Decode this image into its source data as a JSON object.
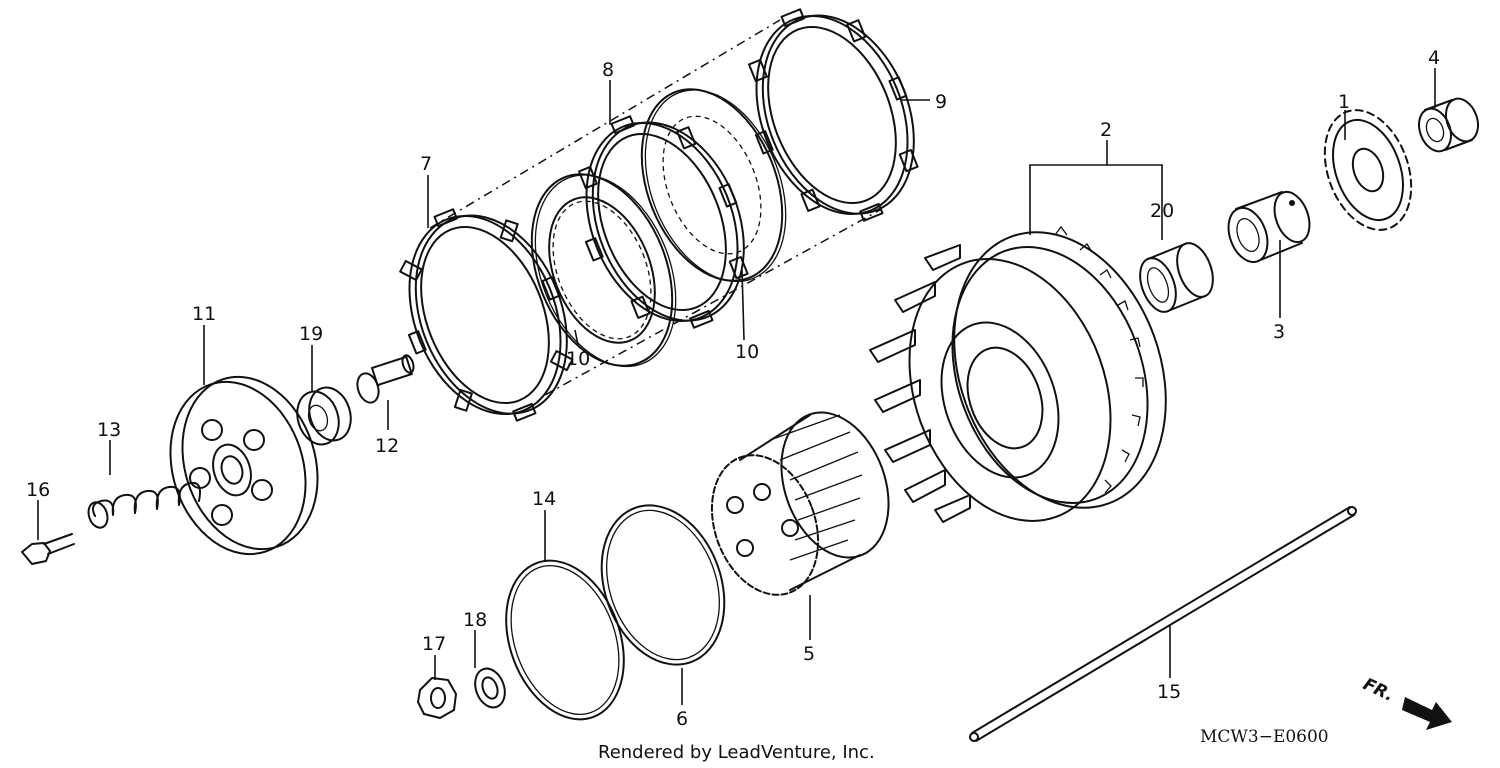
{
  "diagram": {
    "code": "MCW3−E0600",
    "credit": "Rendered by LeadVenture, Inc.",
    "front_marker": "FR."
  },
  "callouts": [
    "1",
    "2",
    "3",
    "4",
    "5",
    "6",
    "7",
    "8",
    "9",
    "10",
    "10",
    "11",
    "12",
    "13",
    "14",
    "15",
    "16",
    "17",
    "18",
    "19",
    "20"
  ]
}
